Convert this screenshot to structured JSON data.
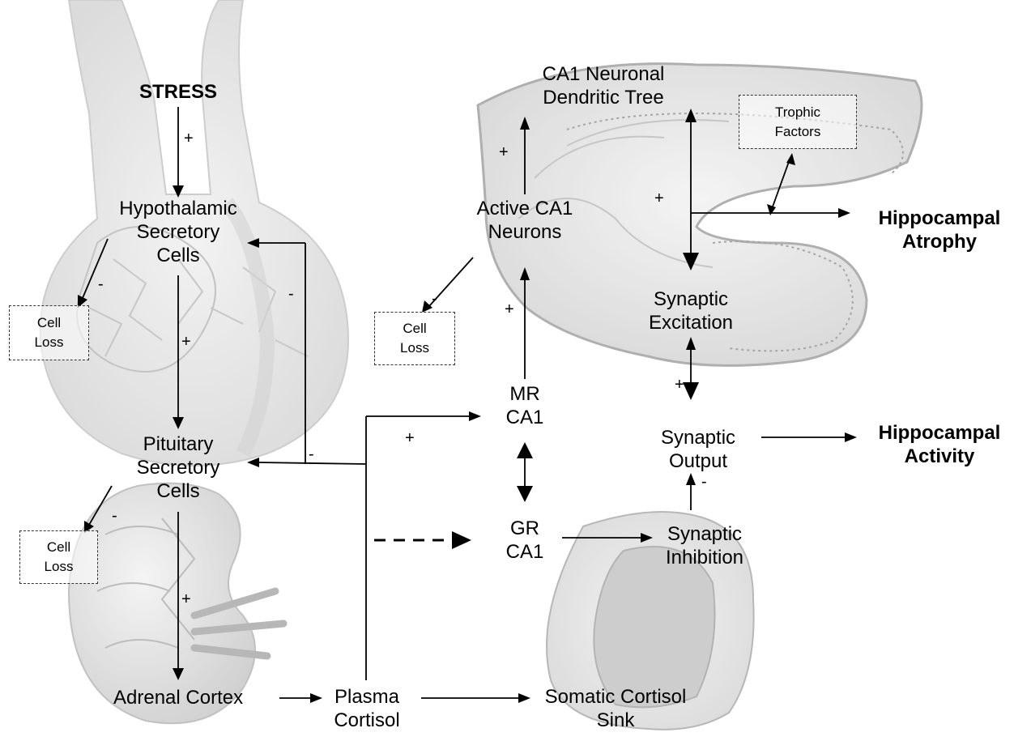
{
  "nodes": {
    "stress": "STRESS",
    "hypothalamic": "Hypothalamic\nSecretory\nCells",
    "pituitary": "Pituitary\nSecretory\nCells",
    "adrenal": "Adrenal Cortex",
    "plasma": "Plasma\nCortisol",
    "somatic_sink": "Somatic Cortisol\nSink",
    "mr_ca1": "MR\nCA1",
    "gr_ca1": "GR\nCA1",
    "active_ca1": "Active CA1\nNeurons",
    "dendritic_tree": "CA1 Neuronal\nDendritic Tree",
    "synaptic_excitation": "Synaptic\nExcitation",
    "synaptic_inhibition": "Synaptic\nInhibition",
    "synaptic_output": "Synaptic\nOutput",
    "hippocampal_atrophy": "Hippocampal\nAtrophy",
    "hippocampal_activity": "Hippocampal\nActivity"
  },
  "boxes": {
    "trophic_factors": "Trophic\nFactors",
    "cell_loss_hypothalamic": "Cell\nLoss",
    "cell_loss_pituitary": "Cell\nLoss",
    "cell_loss_ca1": "Cell\nLoss"
  },
  "signs": {
    "stress_to_hypothalamic": "+",
    "hypothalamic_to_pituitary": "+",
    "pituitary_to_adrenal": "+",
    "feedback_hypothalamic": "-",
    "feedback_pituitary": "-",
    "plasma_to_mr": "+",
    "hypothalamic_cell_loss": "-",
    "pituitary_cell_loss": "-",
    "ca1_cell_loss": "-",
    "mr_to_active": "+",
    "active_to_dendritic": "+",
    "dendritic_to_excitation": "+",
    "excitation_to_output": "+",
    "inhibition_to_output": "-"
  },
  "colors": {
    "text": "#000000",
    "arrow": "#000000",
    "illustration_gray": "#c8c8c8"
  }
}
